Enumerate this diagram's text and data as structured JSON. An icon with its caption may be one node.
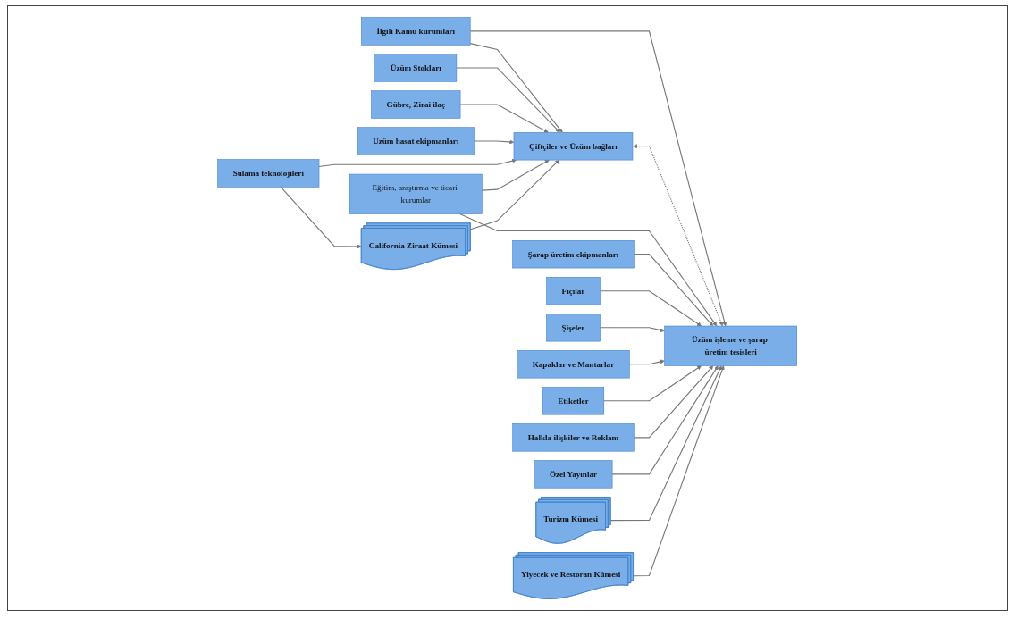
{
  "diagram": {
    "nodes": [
      {
        "text": [
          "İlgili Kamu kurumları"
        ]
      },
      {
        "text": [
          "Üzüm Stokları"
        ]
      },
      {
        "text": [
          "Gübre, Zirai ilaç"
        ]
      },
      {
        "text": [
          "Üzüm hasat ekipmanları"
        ]
      },
      {
        "text": [
          "Sulama teknolojileri"
        ]
      },
      {
        "text": [
          "Çiftçiler ve Üzüm bağları"
        ]
      },
      {
        "text": [
          "Üzüm işleme ve şarap üretim tesisleri"
        ]
      },
      {
        "text": [
          "Eğitim, araştırma ve ticari kurumlar"
        ]
      },
      {
        "text": [
          "California Ziraat Kümesi"
        ]
      },
      {
        "text": [
          "Şarap üretim ekipmanları"
        ]
      },
      {
        "text": [
          "Fıçılar"
        ]
      },
      {
        "text": [
          "Şişeler"
        ]
      },
      {
        "text": [
          "Kapaklar ve Mantarlar"
        ]
      },
      {
        "text": [
          "Etiketler"
        ]
      },
      {
        "text": [
          "Halkla ilişkiler ve Reklam"
        ]
      },
      {
        "text": [
          "Özel Yayınlar"
        ]
      },
      {
        "text": [
          "Turizm  Kümesi"
        ]
      },
      {
        "text": [
          "Yiyecek ve Restoran Kümesi"
        ]
      }
    ],
    "edges": [
      {
        "from": 0,
        "to": 5,
        "arrow": "to"
      },
      {
        "from": 0,
        "to": 6,
        "arrow": "to"
      },
      {
        "from": 1,
        "to": 5,
        "arrow": "to"
      },
      {
        "from": 2,
        "to": 5,
        "arrow": "to"
      },
      {
        "from": 3,
        "to": 5,
        "arrow": "to"
      },
      {
        "from": 4,
        "to": 5,
        "arrow": "to"
      },
      {
        "from": 5,
        "to": 6,
        "arrow": "both",
        "style": "dashed"
      },
      {
        "from": 7,
        "to": 5,
        "arrow": "to"
      },
      {
        "from": 7,
        "to": 6,
        "arrow": "to"
      },
      {
        "from": 4,
        "to": 8,
        "arrow": "to"
      },
      {
        "from": 8,
        "to": 5,
        "arrow": "to"
      },
      {
        "from": 9,
        "to": 6,
        "arrow": "to"
      },
      {
        "from": 10,
        "to": 6,
        "arrow": "to"
      },
      {
        "from": 11,
        "to": 6,
        "arrow": "to"
      },
      {
        "from": 12,
        "to": 6,
        "arrow": "to"
      },
      {
        "from": 13,
        "to": 6,
        "arrow": "to"
      },
      {
        "from": 14,
        "to": 6,
        "arrow": "to"
      },
      {
        "from": 15,
        "to": 6,
        "arrow": "to"
      },
      {
        "from": 16,
        "to": 6,
        "arrow": "to"
      },
      {
        "from": 17,
        "to": 6,
        "arrow": "to"
      }
    ]
  }
}
